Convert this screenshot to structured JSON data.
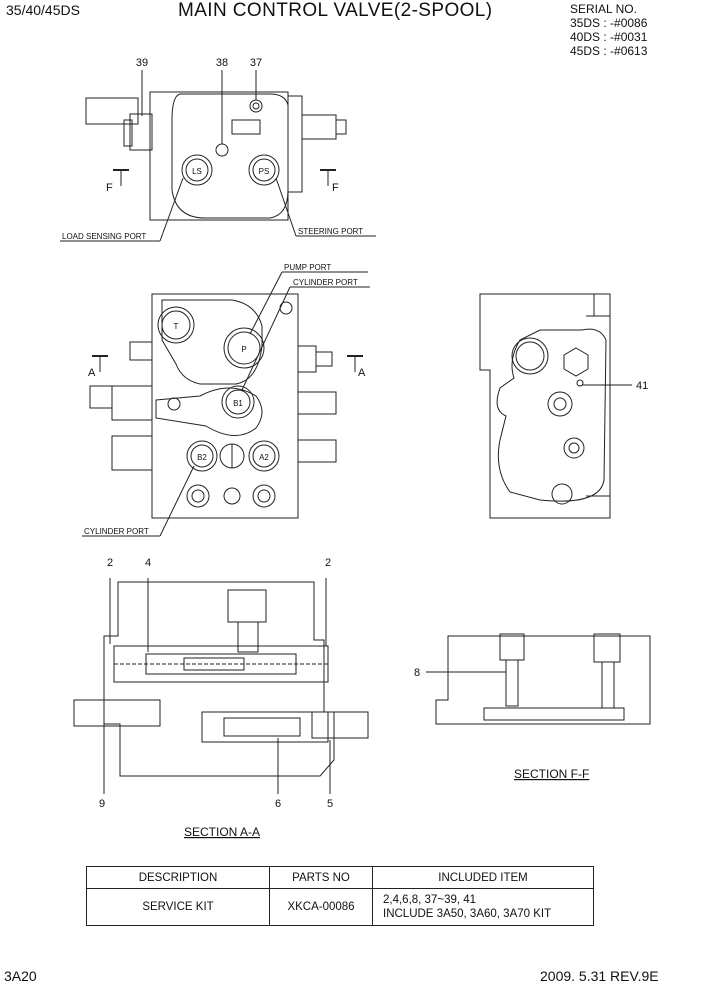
{
  "header": {
    "model": "35/40/45DS",
    "title": "MAIN CONTROL VALVE(2-SPOOL)",
    "serial_heading": "SERIAL NO.",
    "serial_lines": [
      "35DS : -#0086",
      "40DS : -#0031",
      "45DS : -#0613"
    ]
  },
  "top_view": {
    "callouts": [
      "39",
      "38",
      "37"
    ],
    "ports": {
      "ls": "LS",
      "ps": "PS"
    },
    "labels": {
      "load_sensing": "LOAD SENSING PORT",
      "steering": "STEERING PORT"
    },
    "section_marks": [
      "F",
      "F"
    ]
  },
  "front_view": {
    "ports": {
      "t": "T",
      "p": "P",
      "b1": "B1",
      "b2": "B2",
      "a2": "A2"
    },
    "labels": {
      "pump": "PUMP PORT",
      "cylinder_top": "CYLINDER PORT",
      "cylinder_bottom": "CYLINDER PORT"
    },
    "section_marks": [
      "A",
      "A"
    ]
  },
  "side_view": {
    "callouts": [
      "41"
    ]
  },
  "section_aa": {
    "title": "SECTION A-A",
    "callouts": [
      "2",
      "4",
      "2",
      "9",
      "6",
      "5"
    ]
  },
  "section_ff": {
    "title": "SECTION F-F",
    "callouts": [
      "8"
    ]
  },
  "parts_table": {
    "headers": [
      "DESCRIPTION",
      "PARTS NO",
      "INCLUDED ITEM"
    ],
    "row": {
      "description": "SERVICE KIT",
      "parts_no": "XKCA-00086",
      "included_line1": "2,4,6,8, 37~39, 41",
      "included_line2": "INCLUDE 3A50, 3A60, 3A70 KIT"
    }
  },
  "footer": {
    "page_code": "3A20",
    "revision": "2009. 5.31  REV.9E"
  }
}
